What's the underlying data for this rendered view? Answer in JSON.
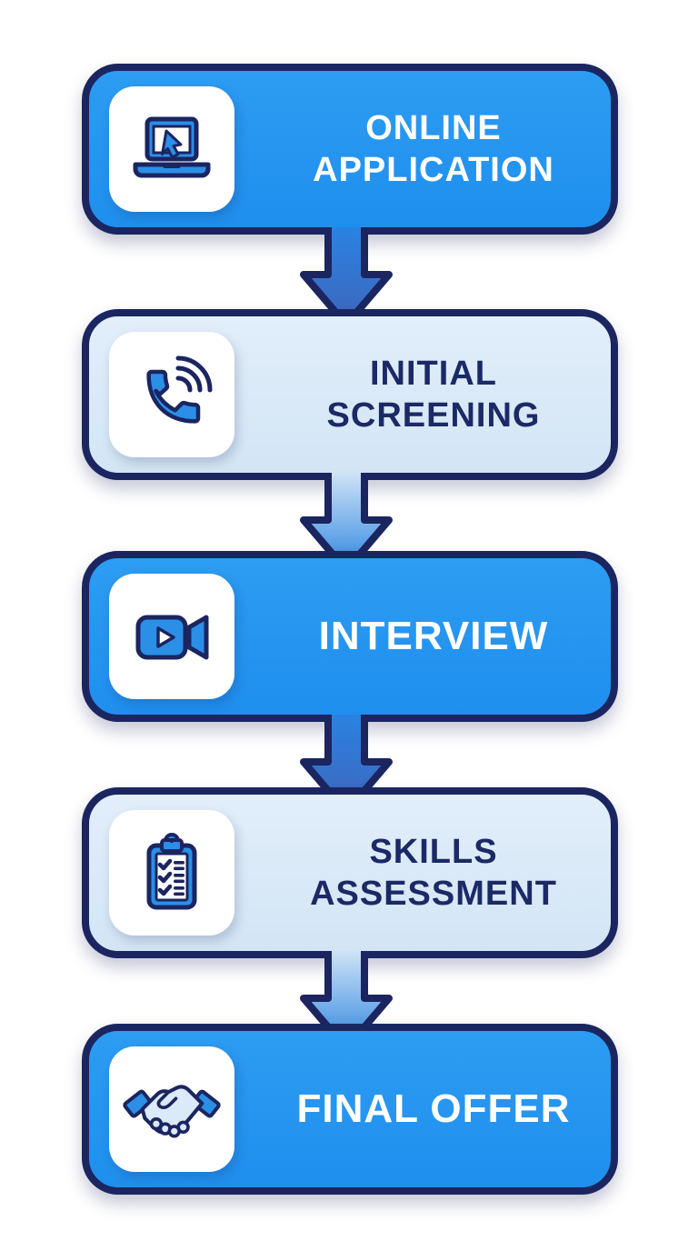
{
  "steps": [
    {
      "label": "ONLINE APPLICATION",
      "icon": "laptop-cursor-icon",
      "variant": "blue"
    },
    {
      "label": "INITIAL SCREENING",
      "icon": "phone-call-icon",
      "variant": "light"
    },
    {
      "label": "INTERVIEW",
      "icon": "video-camera-icon",
      "variant": "blue"
    },
    {
      "label": "SKILLS ASSESSMENT",
      "icon": "clipboard-checklist-icon",
      "variant": "light"
    },
    {
      "label": "FINAL OFFER",
      "icon": "handshake-icon",
      "variant": "blue"
    }
  ],
  "colors": {
    "primary_blue": "#2193ee",
    "light_blue": "#d9e8f8",
    "navy_outline": "#1b2560",
    "icon_blue": "#2b8fe8",
    "hand_light_blue": "#dbe9f8",
    "text_on_blue": "#ffffff",
    "text_on_light": "#1b2a66"
  }
}
